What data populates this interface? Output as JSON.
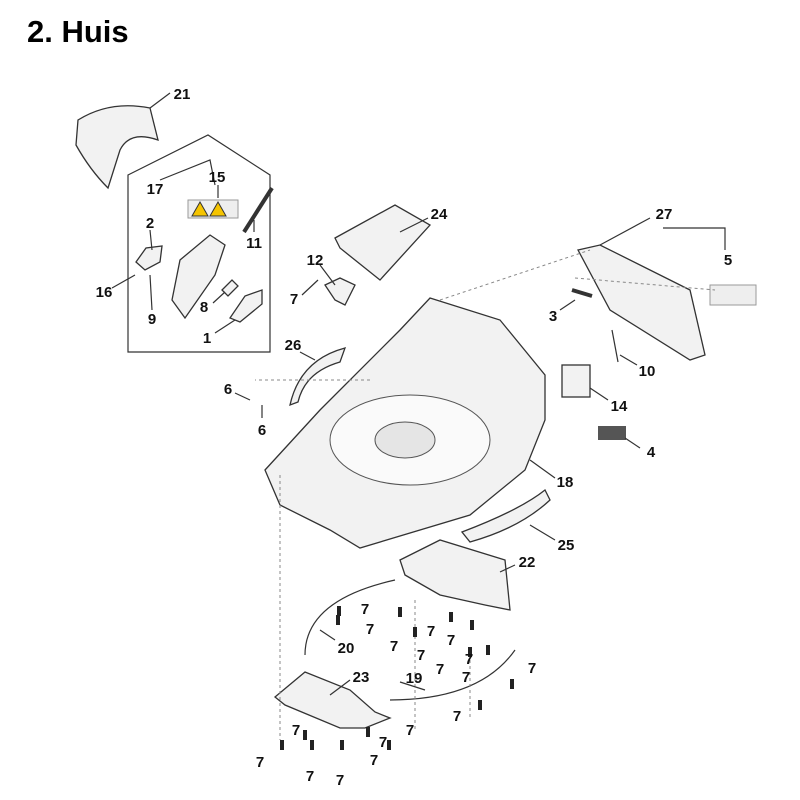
{
  "title": "2. Huis",
  "labels": [
    "21",
    "17",
    "15",
    "11",
    "2",
    "16",
    "9",
    "8",
    "1",
    "24",
    "12",
    "7",
    "27",
    "5",
    "3",
    "10",
    "14",
    "4",
    "26",
    "6",
    "6",
    "18",
    "25",
    "22",
    "20",
    "23",
    "19",
    "7",
    "7",
    "7",
    "7",
    "7",
    "7",
    "7",
    "7",
    "7",
    "7",
    "7",
    "7",
    "7",
    "7",
    "7",
    "7",
    "7",
    "7"
  ]
}
